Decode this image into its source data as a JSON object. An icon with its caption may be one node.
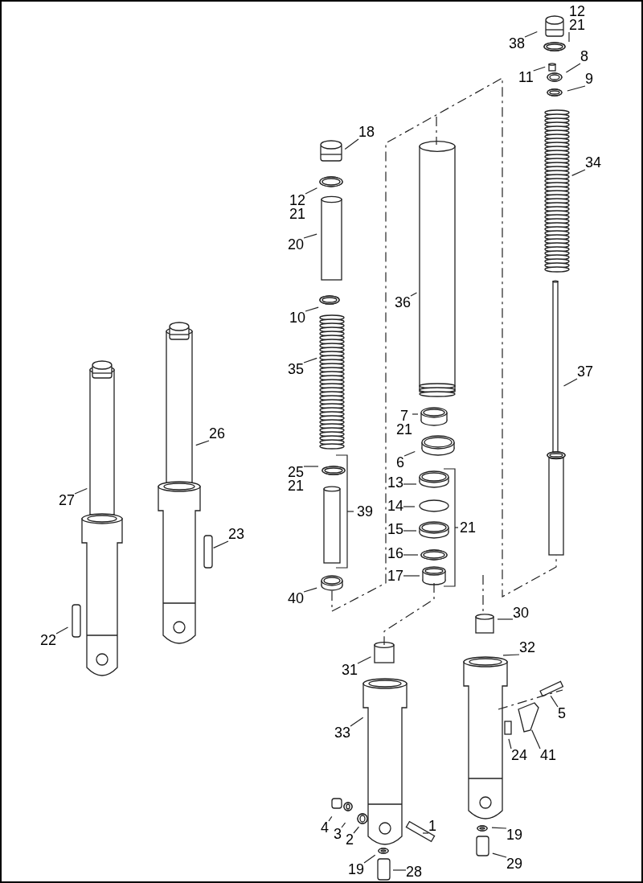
{
  "diagram": {
    "nodes": [
      {
        "text": [
          "12",
          "21"
        ]
      },
      {
        "text": [
          "38"
        ]
      },
      {
        "text": [
          "8"
        ]
      },
      {
        "text": [
          "11"
        ]
      },
      {
        "text": [
          "9"
        ]
      },
      {
        "text": [
          "18"
        ]
      },
      {
        "text": [
          "34"
        ]
      },
      {
        "text": [
          "12",
          "21"
        ]
      },
      {
        "text": [
          "20"
        ]
      },
      {
        "text": [
          "36"
        ]
      },
      {
        "text": [
          "10"
        ]
      },
      {
        "text": [
          "35"
        ]
      },
      {
        "text": [
          "37"
        ]
      },
      {
        "text": [
          "26"
        ]
      },
      {
        "text": [
          "7",
          "21"
        ]
      },
      {
        "text": [
          "6"
        ]
      },
      {
        "text": [
          "25",
          "21"
        ]
      },
      {
        "text": [
          "13"
        ]
      },
      {
        "text": [
          "27"
        ]
      },
      {
        "text": [
          "14"
        ]
      },
      {
        "text": [
          "23"
        ]
      },
      {
        "text": [
          "15"
        ]
      },
      {
        "text": [
          "16"
        ]
      },
      {
        "text": [
          "17"
        ]
      },
      {
        "text": [
          "40"
        ]
      },
      {
        "text": [
          "30"
        ]
      },
      {
        "text": [
          "22"
        ]
      },
      {
        "text": [
          "32"
        ]
      },
      {
        "text": [
          "31"
        ]
      },
      {
        "text": [
          "5"
        ]
      },
      {
        "text": [
          "33"
        ]
      },
      {
        "text": [
          "24"
        ]
      },
      {
        "text": [
          "41"
        ]
      },
      {
        "text": [
          "4"
        ]
      },
      {
        "text": [
          "1"
        ]
      },
      {
        "text": [
          "3"
        ]
      },
      {
        "text": [
          "2"
        ]
      },
      {
        "text": [
          "19"
        ]
      },
      {
        "text": [
          "29"
        ]
      },
      {
        "text": [
          "19"
        ]
      },
      {
        "text": [
          "28"
        ]
      }
    ],
    "edges": [
      {
        "from": 0,
        "to": null,
        "arrow": "none"
      },
      {
        "from": 1,
        "to": null,
        "arrow": "none"
      },
      {
        "from": 2,
        "to": null,
        "arrow": "none"
      },
      {
        "from": 3,
        "to": null,
        "arrow": "none"
      },
      {
        "from": 4,
        "to": null,
        "arrow": "none"
      },
      {
        "from": 5,
        "to": null,
        "arrow": "none"
      },
      {
        "from": 6,
        "to": null,
        "arrow": "none"
      },
      {
        "from": 7,
        "to": null,
        "arrow": "none"
      },
      {
        "from": 8,
        "to": null,
        "arrow": "none"
      },
      {
        "from": 9,
        "to": null,
        "arrow": "none"
      },
      {
        "from": 10,
        "to": null,
        "arrow": "none"
      },
      {
        "from": 11,
        "to": null,
        "arrow": "none"
      },
      {
        "from": 12,
        "to": null,
        "arrow": "none"
      },
      {
        "from": 13,
        "to": null,
        "arrow": "none"
      },
      {
        "from": 14,
        "to": null,
        "arrow": "none"
      },
      {
        "from": 15,
        "to": null,
        "arrow": "none"
      },
      {
        "from": 16,
        "to": null,
        "arrow": "none"
      },
      {
        "from": 17,
        "to": null,
        "arrow": "none"
      },
      {
        "from": 18,
        "to": null,
        "arrow": "none"
      },
      {
        "from": 19,
        "to": null,
        "arrow": "none"
      },
      {
        "from": 20,
        "to": null,
        "arrow": "none"
      },
      {
        "from": 21,
        "to": null,
        "arrow": "none"
      },
      {
        "from": 22,
        "to": null,
        "arrow": "none"
      },
      {
        "from": 23,
        "to": null,
        "arrow": "none"
      },
      {
        "from": 24,
        "to": null,
        "arrow": "none"
      },
      {
        "from": 25,
        "to": null,
        "arrow": "none"
      },
      {
        "from": 26,
        "to": null,
        "arrow": "none"
      },
      {
        "from": 27,
        "to": null,
        "arrow": "none"
      },
      {
        "from": 28,
        "to": null,
        "arrow": "none"
      },
      {
        "from": 29,
        "to": null,
        "arrow": "none"
      },
      {
        "from": 30,
        "to": null,
        "arrow": "none"
      },
      {
        "from": 31,
        "to": null,
        "arrow": "none"
      },
      {
        "from": 32,
        "to": null,
        "arrow": "none"
      },
      {
        "from": 33,
        "to": null,
        "arrow": "none"
      },
      {
        "from": 34,
        "to": null,
        "arrow": "none"
      },
      {
        "from": 35,
        "to": null,
        "arrow": "none"
      },
      {
        "from": 36,
        "to": null,
        "arrow": "none"
      },
      {
        "from": 37,
        "to": null,
        "arrow": "none"
      },
      {
        "from": 38,
        "to": null,
        "arrow": "none"
      },
      {
        "from": 39,
        "to": null,
        "arrow": "none"
      },
      {
        "from": 40,
        "to": null,
        "arrow": "none"
      }
    ],
    "labels": [
      "39",
      "21"
    ]
  }
}
